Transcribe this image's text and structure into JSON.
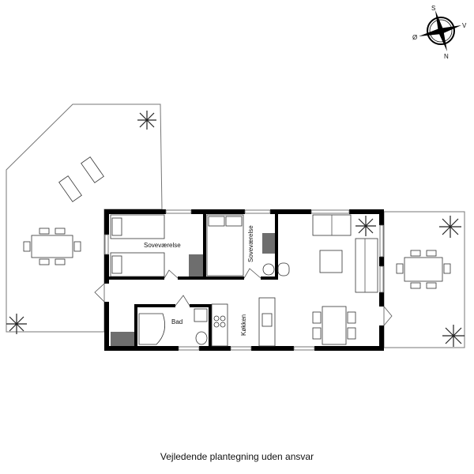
{
  "compass": {
    "north": "N",
    "south": "S",
    "east": "Ø",
    "west": "V"
  },
  "rooms": {
    "bedroom1": "Soveværelse",
    "bedroom2": "Soveværelse",
    "bathroom": "Bad",
    "kitchen": "Køkken"
  },
  "caption": "Vejledende plantegning uden ansvar",
  "colors": {
    "wall": "#000000",
    "closet": "#6e6e6e",
    "line": "#555555"
  }
}
